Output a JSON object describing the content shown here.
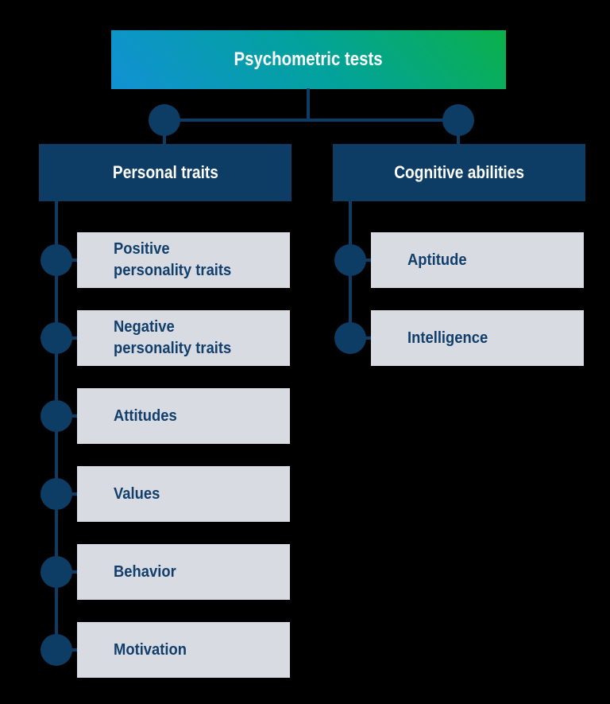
{
  "diagram": {
    "title": "Psychometric tests",
    "columns": [
      {
        "header": "Personal traits",
        "items": [
          {
            "label": "Positive\npersonality traits"
          },
          {
            "label": "Negative\npersonality traits"
          },
          {
            "label": "Attitudes"
          },
          {
            "label": "Values"
          },
          {
            "label": "Behavior"
          },
          {
            "label": "Motivation"
          }
        ]
      },
      {
        "header": "Cognitive abilities",
        "items": [
          {
            "label": "Aptitude"
          },
          {
            "label": "Intelligence"
          }
        ]
      }
    ]
  },
  "colors": {
    "background": "#000000",
    "navy": "#0d3c65",
    "item_box": "#d8dce2",
    "item_text": "#123e6b",
    "header_text": "#ffffff",
    "gradient_start": "#1191d4",
    "gradient_mid": "#02a29c",
    "gradient_end": "#0bb04a"
  }
}
